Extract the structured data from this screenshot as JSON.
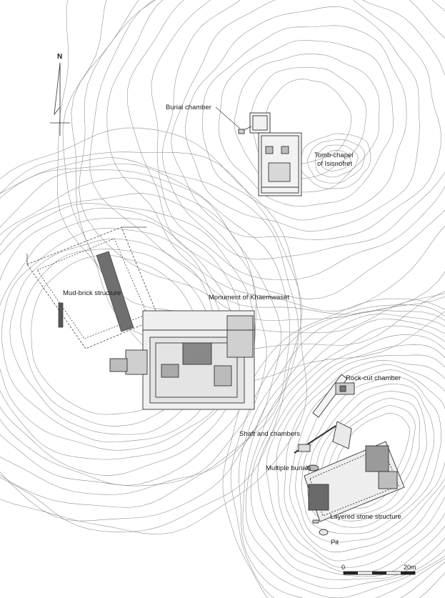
{
  "map": {
    "north_label": "N",
    "scale": {
      "start_label": "0",
      "end_label": "20m"
    },
    "features": [
      {
        "id": "burial-chamber",
        "label": "Burial chamber"
      },
      {
        "id": "tomb-chapel",
        "label_lines": [
          "Tomb-chapel",
          "of Isisnofret"
        ]
      },
      {
        "id": "mud-brick",
        "label": "Mud-brick structure"
      },
      {
        "id": "monument",
        "label": "Monument of Khaemwaset"
      },
      {
        "id": "rock-cut",
        "label": "Rock-cut chamber"
      },
      {
        "id": "shaft",
        "label": "Shaft and chambers"
      },
      {
        "id": "multiple-burials",
        "label": "Multiple burials"
      },
      {
        "id": "layered-stone",
        "label": "Layered stone structure"
      },
      {
        "id": "pit",
        "label": "Pit"
      }
    ]
  }
}
